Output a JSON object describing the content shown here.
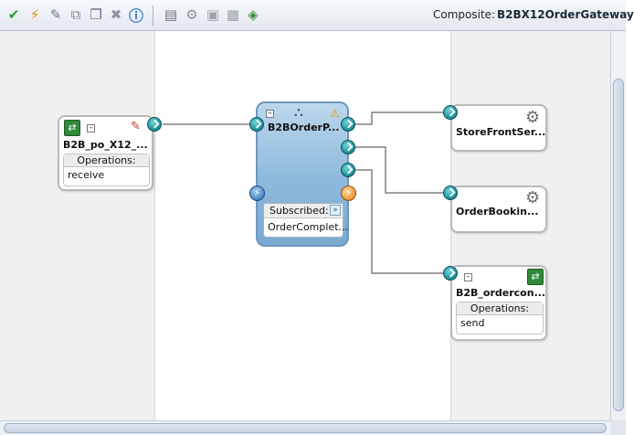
{
  "toolbar": {
    "buttons": [
      {
        "name": "validate-icon",
        "glyph": "✔",
        "color": "#2e9b2e"
      },
      {
        "name": "deploy-icon",
        "glyph": "⚡",
        "color": "#e08a12"
      },
      {
        "name": "edit-icon",
        "glyph": "✎",
        "color": "#6a7a8c"
      },
      {
        "name": "copy-icon",
        "glyph": "⧉",
        "color": "#7c8a9c"
      },
      {
        "name": "paste-icon",
        "glyph": "❐",
        "color": "#5c6f86"
      },
      {
        "name": "delete-icon",
        "glyph": "✖",
        "color": "#8a94a1"
      },
      {
        "name": "info-icon",
        "glyph": "ⓘ",
        "color": "#2a6fc9"
      },
      {
        "name": "wsdl-icon",
        "glyph": "▤",
        "color": "#6c7480"
      },
      {
        "name": "layout-icon",
        "glyph": "⚙",
        "color": "#8a9299"
      },
      {
        "name": "zoom-icon",
        "glyph": "▣",
        "color": "#9aa1a8"
      },
      {
        "name": "properties-icon",
        "glyph": "▦",
        "color": "#9aa1a8"
      },
      {
        "name": "test-icon",
        "glyph": "◈",
        "color": "#3a8f3a"
      }
    ],
    "composite_label": "Composite:",
    "composite_name": "B2BX12OrderGateway"
  },
  "service": {
    "title": "B2B_po_X12_...",
    "operations_label": "Operations:",
    "operations": [
      "receive"
    ]
  },
  "mediator": {
    "title": "B2BOrderP...",
    "subscribed_label": "Subscribed:",
    "subscriptions": [
      "OrderComplet..."
    ],
    "warning": "⚠"
  },
  "references": [
    {
      "title": "StoreFrontSer..."
    },
    {
      "title": "OrderBookin..."
    },
    {
      "title": "B2B_ordercon...",
      "operations_label": "Operations:",
      "operations": [
        "send"
      ]
    }
  ],
  "colors": {
    "wire": "#808080",
    "port": "#1a8c96",
    "mediator_fill": "#8db9dc",
    "warning": "#e6c200"
  }
}
